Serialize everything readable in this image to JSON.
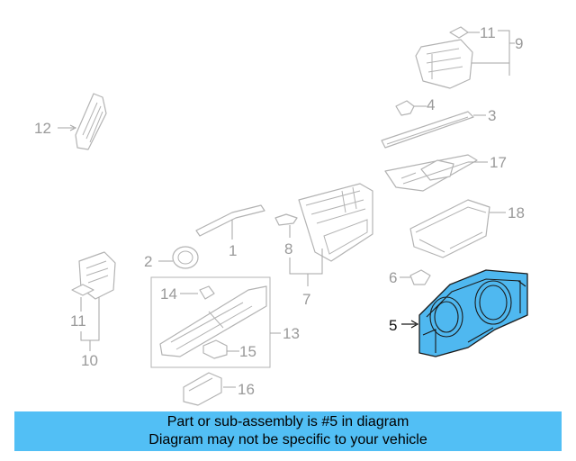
{
  "callouts": {
    "c1": "1",
    "c2": "2",
    "c3": "3",
    "c4": "4",
    "c5": "5",
    "c6": "6",
    "c7": "7",
    "c8": "8",
    "c9": "9",
    "c10": "10",
    "c11a": "11",
    "c11b": "11",
    "c12": "12",
    "c13": "13",
    "c14": "14",
    "c15": "15",
    "c16": "16",
    "c17": "17",
    "c18": "18"
  },
  "highlighted_part": "5",
  "colors": {
    "highlight_fill": "#4fb8f0",
    "banner_bg": "#52bff5",
    "outline": "#b3b3b3"
  },
  "banner": {
    "line1": "Part or sub-assembly is #5 in diagram",
    "line2": "Diagram may not be specific to your vehicle"
  }
}
